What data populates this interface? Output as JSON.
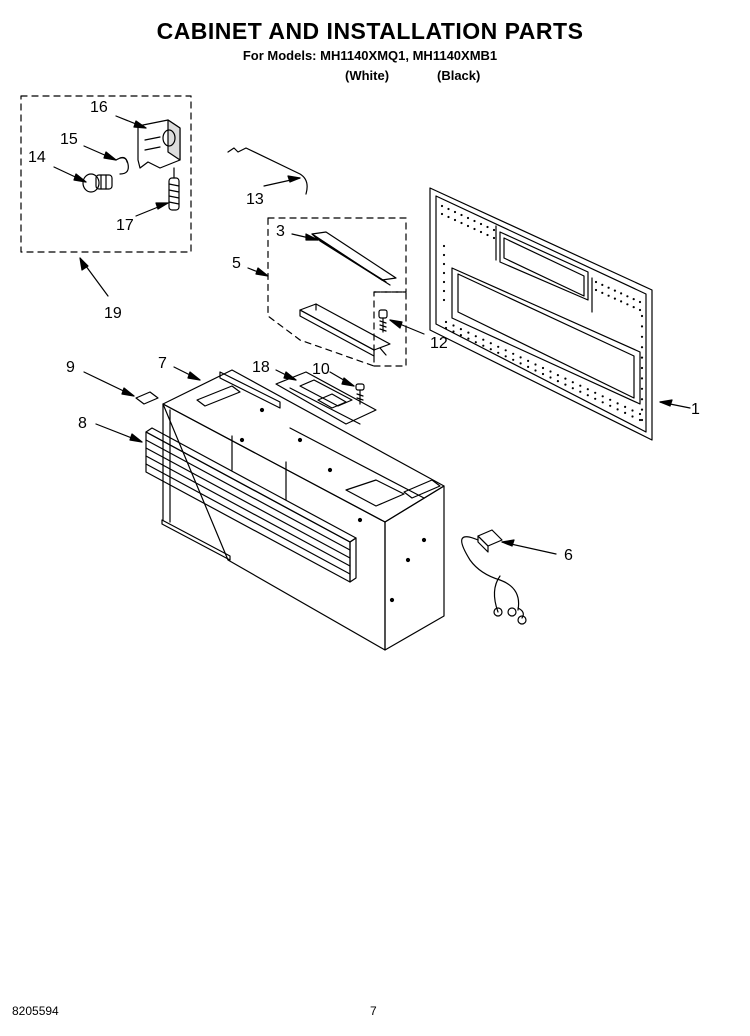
{
  "header": {
    "title": "CABINET AND INSTALLATION PARTS",
    "models": "For Models: MH1140XMQ1, MH1140XMB1",
    "variant_white": "(White)",
    "variant_black": "(Black)"
  },
  "callouts": {
    "p1": "1",
    "p3": "3",
    "p5": "5",
    "p6": "6",
    "p7": "7",
    "p8": "8",
    "p9": "9",
    "p10": "10",
    "p12": "12",
    "p13": "13",
    "p14": "14",
    "p15": "15",
    "p16": "16",
    "p17": "17",
    "p18": "18",
    "p19": "19"
  },
  "footer": {
    "doc_number": "8205594",
    "page_number": "7"
  },
  "colors": {
    "ink": "#000000",
    "paper": "#ffffff"
  }
}
